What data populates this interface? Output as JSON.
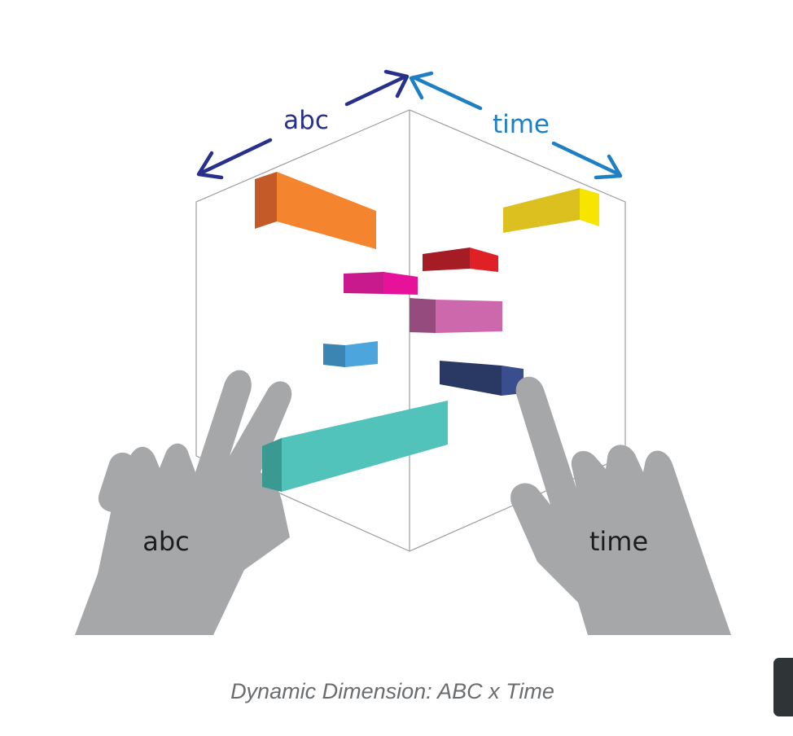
{
  "diagram": {
    "axis_left_label": "abc",
    "axis_right_label": "time",
    "hand_left_label": "abc",
    "hand_right_label": "time",
    "colors": {
      "axis_left": "#27308a",
      "axis_right": "#1f7fc4",
      "hand": "#a6a7a9",
      "cube_outline": "#9a9a9a"
    },
    "bars": [
      {
        "name": "orange",
        "color": "#f5842f"
      },
      {
        "name": "yellow",
        "color": "#dcc01f"
      },
      {
        "name": "red",
        "color": "#c11b25"
      },
      {
        "name": "magenta",
        "color": "#d41b8c"
      },
      {
        "name": "pink",
        "color": "#cd68ad"
      },
      {
        "name": "blue",
        "color": "#4b9fdc"
      },
      {
        "name": "navy",
        "color": "#2c3a6c"
      },
      {
        "name": "teal",
        "color": "#52c3bb"
      }
    ]
  },
  "caption": "Dynamic Dimension: ABC x Time"
}
